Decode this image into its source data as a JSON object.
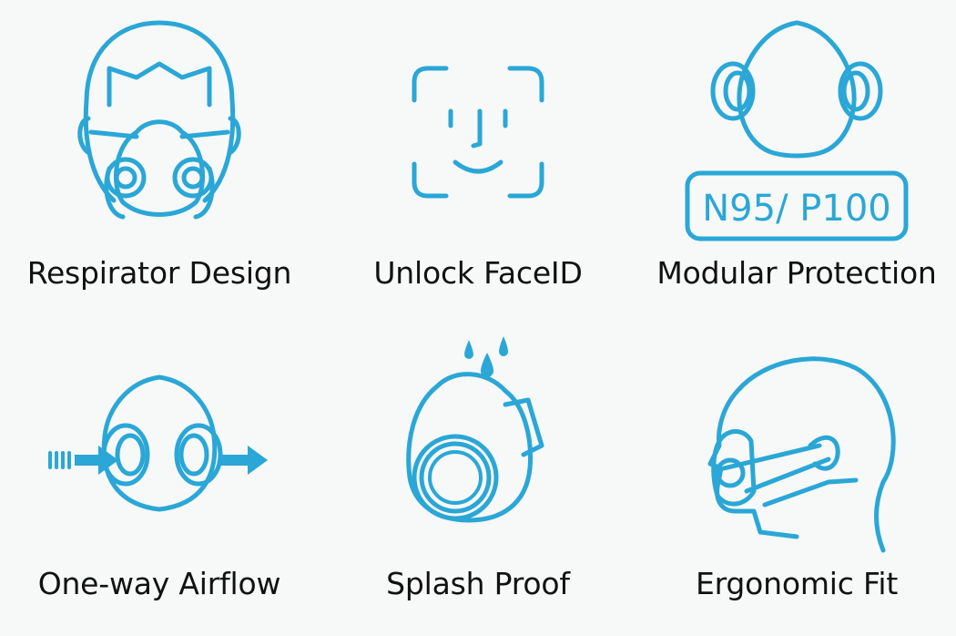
{
  "colors": {
    "accent": "#2aa7d6",
    "background": "#f7f8f8",
    "text": "#111111"
  },
  "features": [
    {
      "label": "Respirator Design",
      "icon": "respirator-head-icon"
    },
    {
      "label": "Unlock FaceID",
      "icon": "face-id-icon"
    },
    {
      "label": "Modular Protection",
      "icon": "modular-mask-icon",
      "badge": "N95/ P100"
    },
    {
      "label": "One-way Airflow",
      "icon": "airflow-mask-icon"
    },
    {
      "label": "Splash Proof",
      "icon": "splash-proof-mask-icon"
    },
    {
      "label": "Ergonomic Fit",
      "icon": "ergonomic-head-icon"
    }
  ]
}
